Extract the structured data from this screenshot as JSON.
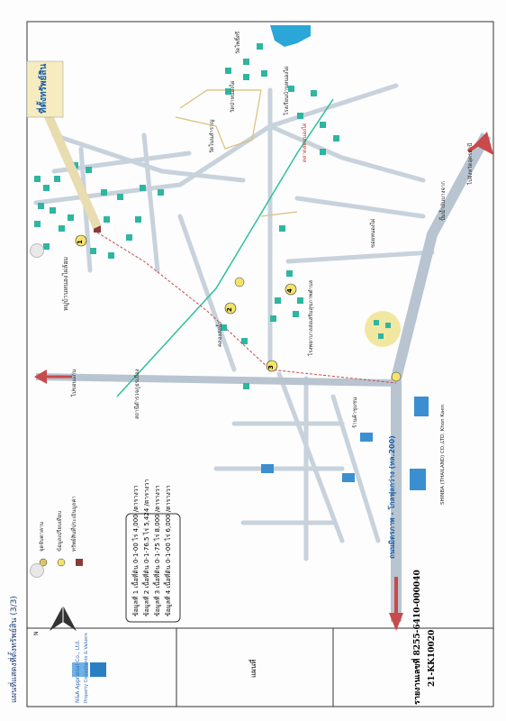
{
  "header": {
    "title": "แผนที่แสดงที่ตั้งทรัพย์สิน (3/3)"
  },
  "footer": {
    "company_name": "N&A Appraisal Co., Ltd.",
    "company_tagline": "Property Consultants & Valuers",
    "section_label": "แผนที่",
    "report_number": "รายงานเลขที่ 8255-6410-000040",
    "report_code": "21-KK10020"
  },
  "legend": {
    "items": [
      {
        "icon": "yellow-circle",
        "label": "จุดจับตาคาม"
      },
      {
        "icon": "yellow-circle-light",
        "label": "ข้อมูลเปรียบเทียบ"
      },
      {
        "icon": "red-square",
        "label": "ทรัพย์สินที่ประเมินมูลค่า"
      }
    ],
    "north_label": "N"
  },
  "comparables": [
    "ข้อมูลที่ 1 เนื้อที่ดิน 0-1-00 ไร่ 4,000 /ตารางวา",
    "ข้อมูลที่ 2 เนื้อที่ดิน 0-1-76.5 ไร่ 5,424 /ตารางวา",
    "ข้อมูลที่ 3 เนื้อที่ดิน 0-1-75 ไร่ 8,000 /ตารางวา",
    "ข้อมูลที่ 4 เนื้อที่ดิน 0-1-00 ไร่ 6,000 /ตารางวา"
  ],
  "map_labels": {
    "subject_callout": "ที่ตั้งทรัพย์สิน",
    "village_main": "หมู่บ้านหนองไผ่ล้อม",
    "main_road": "ถนนมิตรภาพ - โกลฟุลกว่าง (ทล.200)",
    "to_north": "ไปจังหวัดอุดรธานี",
    "to_west": "ไปขอนแก่น",
    "temple_1": "วัดโนนสำราญ",
    "temple_2": "วัดป่าหนองไผ่",
    "temple_3": "วัดโพธิ์ศรี",
    "school": "โรงเรียนบ้านหนองไผ่",
    "market": "ตลาดสดหนองไผ่",
    "factory": "SHINBA (THAILAND) CO.,LTD. Khon Kaen",
    "gas_station": "ปั๊มน้ำมันบางจาก",
    "police": "สถานีตำรวจภูธรเมือง",
    "hospital": "โรงพยาบาลส่งเสริมสุขภาพตำบล",
    "shop": "ร้านค้าชุมชน",
    "canal": "คลองส่งน้ำ",
    "soi": "ซอยหนองไผ่"
  },
  "markers": [
    "1",
    "2",
    "3",
    "4"
  ],
  "colors": {
    "road": "#c8d2dc",
    "main_road": "#b8c4d0",
    "water": "#2aa7d6",
    "tree": "#2fb5a0",
    "marker_fill": "#f4e36a",
    "subject": "#8b3a3a",
    "arrow": "#c84a4a",
    "path": "#c84a4a",
    "canal": "#2ec09c",
    "boundary": "#d8c07a"
  }
}
